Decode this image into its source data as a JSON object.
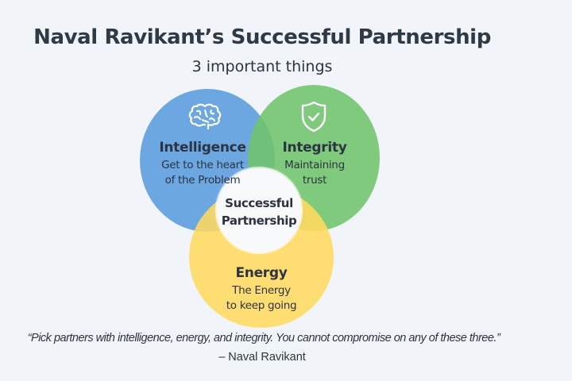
{
  "header": {
    "title": "Naval Ravikant’s Successful Partnership",
    "subtitle": "3 important things"
  },
  "venn": {
    "circles": [
      {
        "id": "intelligence",
        "icon": "brain-icon",
        "title": "Intelligence",
        "description_lines": [
          "Get to the heart",
          "of the Problem"
        ],
        "color": "#62a0e0"
      },
      {
        "id": "integrity",
        "icon": "shield-check-icon",
        "title": "Integrity",
        "description_lines": [
          "Maintaining",
          "trust"
        ],
        "color": "#70c46c"
      },
      {
        "id": "energy",
        "icon": null,
        "title": "Energy",
        "description_lines": [
          "The Energy",
          "to keep going"
        ],
        "color": "#ffda60"
      }
    ],
    "center": {
      "lines": [
        "Successful",
        "Partnership"
      ],
      "color": "#f8f9fa"
    }
  },
  "footer": {
    "quote": "“Pick partners with intelligence, energy, and integrity. You cannot compromise on any of these three.”",
    "author": "– Naval Ravikant"
  },
  "colors": {
    "background": "#f1f5f9",
    "text": "#2b3440"
  }
}
